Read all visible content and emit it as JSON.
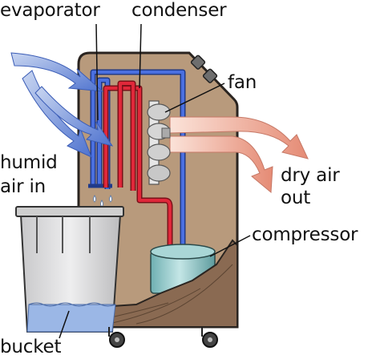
{
  "labels": {
    "evaporator": "evaporator",
    "condenser": "condenser",
    "fan": "fan",
    "humid_air_in_line1": "humid",
    "humid_air_in_line2": "air in",
    "dry_air_out_line1": "dry air",
    "dry_air_out_line2": "out",
    "compressor": "compressor",
    "bucket": "bucket"
  },
  "colors": {
    "cabinet": "#b89a7c",
    "cabinet_outline": "#2a2420",
    "evaporator_coil": "#3c5fd6",
    "condenser_coil": "#d8283c",
    "humid_air_arrow": "#6f8fd6",
    "dry_air_arrow": "#e99a86",
    "compressor": "#8cc6c6",
    "bucket": "#d9d9da",
    "water": "#9bb7e6"
  },
  "icons": [
    "humid-air-arrow-icon",
    "dry-air-arrow-icon",
    "fan-icon",
    "wheel-icon",
    "water-drop-icon"
  ]
}
